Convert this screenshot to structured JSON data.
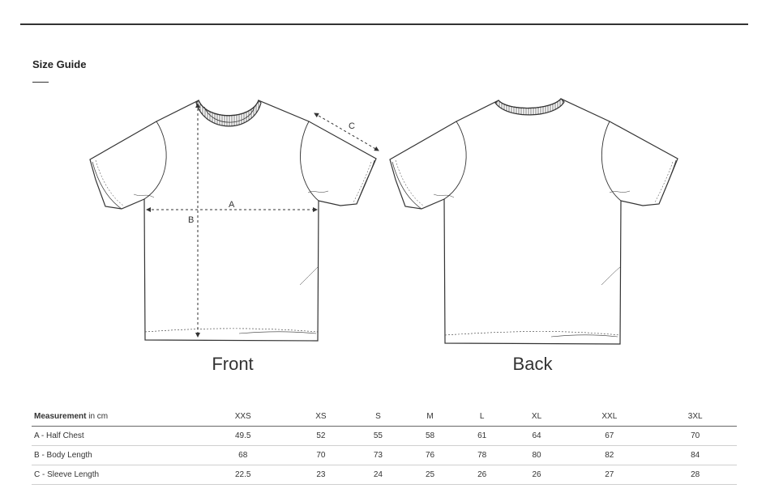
{
  "title": "Size Guide",
  "diagram": {
    "measure_a": "A",
    "measure_b": "B",
    "measure_c": "C",
    "front_label": "Front",
    "back_label": "Back"
  },
  "table": {
    "header_bold": "Measurement",
    "header_unit": " in cm",
    "sizes": [
      "XXS",
      "XS",
      "S",
      "M",
      "L",
      "XL",
      "XXL",
      "3XL"
    ],
    "rows": [
      {
        "label": "A - Half Chest",
        "values": [
          "49.5",
          "52",
          "55",
          "58",
          "61",
          "64",
          "67",
          "70"
        ]
      },
      {
        "label": "B - Body Length",
        "values": [
          "68",
          "70",
          "73",
          "76",
          "78",
          "80",
          "82",
          "84"
        ]
      },
      {
        "label": "C - Sleeve Length",
        "values": [
          "22.5",
          "23",
          "24",
          "25",
          "26",
          "26",
          "27",
          "28"
        ]
      }
    ]
  }
}
